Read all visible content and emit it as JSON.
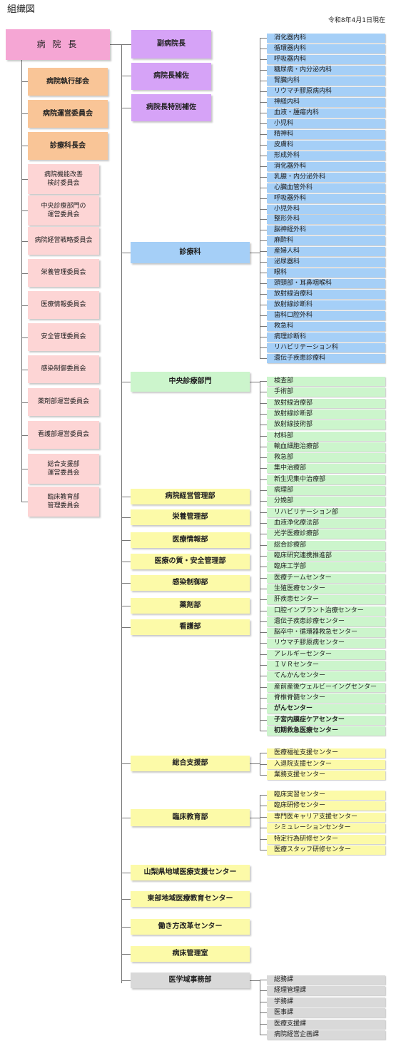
{
  "page_title": "組織図",
  "as_of": "令和8年4月1日現在",
  "director": "病 院 長",
  "councils": [
    "病院執行部会",
    "病院運営委員会",
    "診療科長会"
  ],
  "committees": [
    "病院機能改善\n検討委員会",
    "中央診療部門の\n運営委員会",
    "病院経営戦略委員会",
    "栄養管理委員会",
    "医療情報委員会",
    "安全管理委員会",
    "感染制御委員会",
    "薬剤部運営委員会",
    "看護部運営委員会",
    "総合支援部\n運営委員会",
    "臨床教育部\n管理委員会"
  ],
  "deputies": [
    "副病院長",
    "病院長補佐",
    "病院長特別補佐"
  ],
  "clinical_dept": {
    "name": "診療科",
    "items": [
      "消化器内科",
      "循環器内科",
      "呼吸器内科",
      "糖尿病・内分泌内科",
      "腎臓内科",
      "リウマチ膠原病内科",
      "神経内科",
      "血液・腫瘍内科",
      "小児科",
      "精神科",
      "皮膚科",
      "形成外科",
      "消化器外科",
      "乳腺・内分泌外科",
      "心臓血管外科",
      "呼吸器外科",
      "小児外科",
      "整形外科",
      "脳神経外科",
      "麻酔科",
      "産婦人科",
      "泌尿器科",
      "眼科",
      "頭頸部・耳鼻咽喉科",
      "放射線治療科",
      "放射線診断科",
      "歯科口腔外科",
      "救急科",
      "病理診断科",
      "リハビリテーション科",
      "遺伝子疾患診療科"
    ]
  },
  "central_dept": {
    "name": "中央診療部門",
    "items": [
      "検査部",
      "手術部",
      "放射線治療部",
      "放射線診断部",
      "放射線技術部",
      "材料部",
      "輸血細胞治療部",
      "救急部",
      "集中治療部",
      "新生児集中治療部",
      "病理部",
      "分娩部",
      "リハビリテーション部",
      "血液浄化療法部",
      "光学医療診療部",
      "総合診療部",
      "臨床研究連携推進部",
      "臨床工学部",
      "医療チームセンター",
      "生殖医療センター",
      "肝疾患センター",
      "口腔インプラント治療センター",
      "遺伝子疾患診療センター",
      "脳卒中・循環器救急センター",
      "リウマチ膠原病センター",
      "アレルギーセンター",
      "ＩＶＲセンター",
      "てんかんセンター",
      "産前産後ウェルビーイングセンター",
      "脊椎脊髄センター",
      "がんセンター",
      "子宮内膜症ケアセンター",
      "初期救急医療センター"
    ]
  },
  "single_depts": [
    "病院経営管理部",
    "栄養管理部",
    "医療情報部",
    "医療の質・安全管理部",
    "感染制御部",
    "薬剤部",
    "看護部"
  ],
  "support_dept": {
    "name": "総合支援部",
    "items": [
      "医療福祉支援センター",
      "入退院支援センター",
      "業務支援センター"
    ]
  },
  "education_dept": {
    "name": "臨床教育部",
    "items": [
      "臨床実習センター",
      "臨床研修センター",
      "専門医キャリア支援センター",
      "シミュレーションセンター",
      "特定行為研修センター",
      "医療スタッフ研修センター"
    ]
  },
  "other_centers": [
    "山梨県地域医療支援センター",
    "東部地域医療教育センター",
    "働き方改革センター",
    "病床管理室"
  ],
  "admin_dept": {
    "name": "医学域事務部",
    "items": [
      "総務課",
      "経理管理課",
      "学務課",
      "医事課",
      "医療支援課",
      "病院経営企画課"
    ]
  },
  "colors": {
    "director": "#f5a6d4",
    "council": "#f9c597",
    "committee": "#fdd5d5",
    "deputy": "#d6a3f7",
    "clinical": "#a5cff7",
    "central": "#ccf5cc",
    "department": "#fcfaa8",
    "admin": "#d9d9d9",
    "line": "#777777"
  }
}
